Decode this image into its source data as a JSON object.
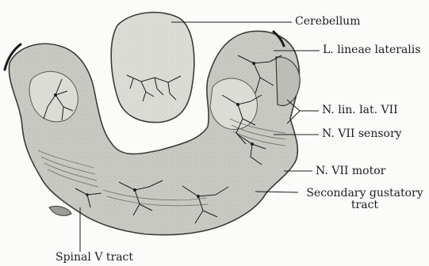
{
  "figure": {
    "labels": {
      "cerebellum": "Cerebellum",
      "lobus_lineae_lateralis": "L. lineae lateralis",
      "n_lin_lat_vii": "N. lin. lat. VII",
      "n_vii_sensory": "N. VII sensory",
      "n_vii_motor": "N. VII motor",
      "secondary_gustatory_line1": "Secondary gustatory",
      "secondary_gustatory_line2": "tract",
      "spinal_v_tract": "Spinal V tract"
    },
    "colors": {
      "ink": "#1c1c1c",
      "tissue_fill": "#c9c9c4",
      "tissue_light": "#dcdcd6",
      "background": "#fbfbfa"
    }
  }
}
